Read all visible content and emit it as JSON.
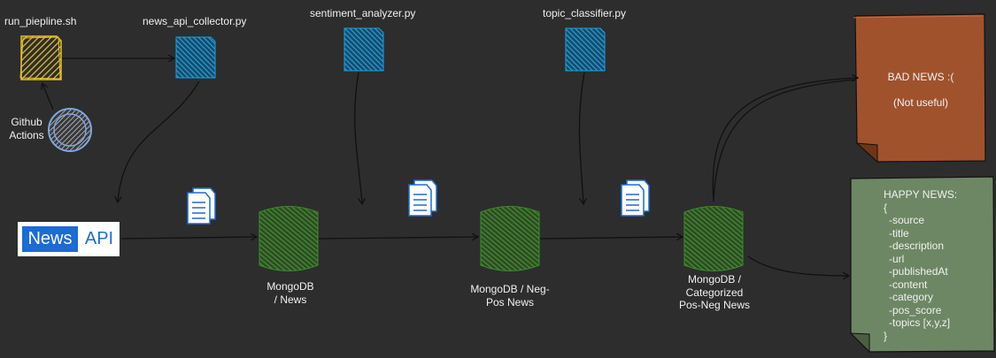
{
  "nodes": {
    "run_pipeline": {
      "label": "run_piepline.sh"
    },
    "github_actions": {
      "label_line1": "Github",
      "label_line2": "Actions"
    },
    "news_api_collector": {
      "label": "news_api_collector.py"
    },
    "sentiment_analyzer": {
      "label": "sentiment_analyzer.py"
    },
    "topic_classifier": {
      "label": "topic_classifier.py"
    },
    "newsapi_logo": {
      "word1": "News",
      "word2": "API"
    },
    "mongo_news": {
      "line1": "MongoDB",
      "line2": "/ News"
    },
    "mongo_negpos": {
      "line1": "MongoDB / Neg-",
      "line2": "Pos News"
    },
    "mongo_categorized": {
      "line1": "MongoDB /",
      "line2": "Categorized",
      "line3": "Pos-Neg News"
    }
  },
  "bad_news": {
    "line1": "BAD NEWS :(",
    "line2": "(Not useful)"
  },
  "happy_news": {
    "title": "HAPPY NEWS:",
    "open_brace": "{",
    "fields": [
      "-source",
      "-title",
      "-description",
      "-url",
      "-publishedAt",
      "-content",
      "-category",
      "-pos_score",
      "-topics [x,y,z]"
    ],
    "close_brace": "}"
  },
  "colors": {
    "background": "#2d2d2d",
    "script_yellow": "#e6c229",
    "script_blue": "#1ba1e2",
    "db_green": "#3c8c2a",
    "bad_note": "#a0522d",
    "happy_note": "#6d8764",
    "github": "#7ea6e0"
  }
}
